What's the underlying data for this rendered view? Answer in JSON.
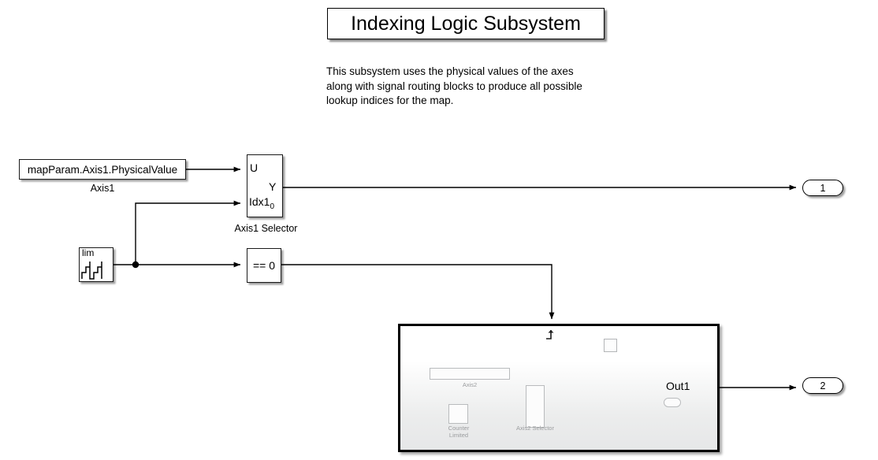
{
  "title": {
    "text": "Indexing Logic Subsystem"
  },
  "description": {
    "text": "This subsystem uses the physical values of the axes\nalong with signal routing blocks to produce all possible\nlookup indices for the map."
  },
  "blocks": {
    "axis1_source": {
      "value": "mapParam.Axis1.PhysicalValue",
      "label": "Axis1"
    },
    "counter_limited": {
      "icon_text": "lim",
      "icon": "staircase-waveform-icon"
    },
    "axis1_selector": {
      "label": "Axis1 Selector",
      "port_u": "U",
      "port_y": "Y",
      "port_idx": "Idx1",
      "port_idx_sub": "0"
    },
    "compare_to_zero": {
      "expression": "== 0"
    },
    "triggered_subsystem": {
      "trigger_icon": "rising-edge-trigger-icon",
      "out_label": "Out1",
      "inner": {
        "axis2_label": "Axis2",
        "counter_label_line1": "Counter",
        "counter_label_line2": "Limited",
        "selector_label": "Axis2 Selector"
      }
    }
  },
  "outports": [
    {
      "number": "1"
    },
    {
      "number": "2"
    }
  ],
  "colors": {
    "line": "#000000",
    "block_border": "#1a1a1a",
    "canvas": "#ffffff",
    "ghost": "#b9bbbd",
    "ghost_text": "#9a9c9e"
  }
}
